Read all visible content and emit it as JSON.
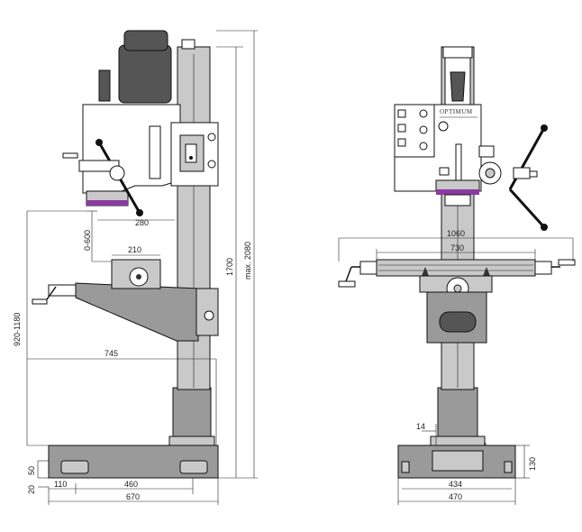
{
  "brand": "OPTIMUM",
  "colors": {
    "body": "#9a9a9a",
    "light": "#c9c9c9",
    "dark": "#555555",
    "accent": "#8a3aa0",
    "line": "#1a1a1a"
  },
  "side_view": {
    "dims": {
      "reach": "280",
      "spindle_travel": "0-600",
      "table_width": "210",
      "table_height": "920-1180",
      "depth": "745",
      "height": "1700",
      "height_max": "max. 2080",
      "base_height": "50",
      "base_low": "20",
      "base_foot": "110",
      "foot_spacing": "460",
      "base_length": "670"
    }
  },
  "front_view": {
    "dims": {
      "table_length": "1060",
      "table_travel": "730",
      "slot": "14",
      "base_height": "130",
      "foot_spacing": "434",
      "base_width": "470"
    }
  }
}
